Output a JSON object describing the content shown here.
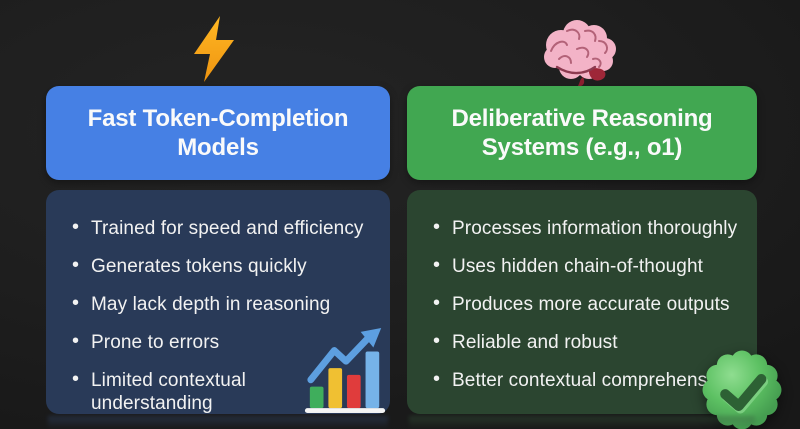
{
  "background": "#1e1e1e",
  "columns": [
    {
      "id": "fast-token-completion",
      "header_icon": "lightning-bolt-icon",
      "title": "Fast Token-Completion Models",
      "title_lines": [
        "Fast Token-Completion",
        "Models"
      ],
      "bullets": [
        "Trained for speed and efficiency",
        "Generates tokens quickly",
        "May lack depth in reasoning",
        "Prone to errors",
        "Limited contextual understanding"
      ],
      "corner_icon": "bar-chart-icon",
      "colors": {
        "header": "#4680e4",
        "body": "#293a58"
      }
    },
    {
      "id": "deliberative-reasoning",
      "header_icon": "brain-icon",
      "title": "Deliberative Reasoning Systems (e.g., o1)",
      "title_lines": [
        "Deliberative Reasoning",
        "Systems (e.g., o1)"
      ],
      "bullets": [
        "Processes information thoroughly",
        "Uses hidden chain-of-thought",
        "Produces more accurate outputs",
        "Reliable and robust",
        "Better contextual comprehension"
      ],
      "corner_icon": "check-badge-icon",
      "colors": {
        "header": "#41a751",
        "body": "#2b4530"
      }
    }
  ],
  "icon_colors": {
    "lightning": "#f6a51e",
    "brain_fill": "#f3b3c7",
    "brain_stem": "#9e2738",
    "chart_bars": [
      "#3fae5c",
      "#f0c032",
      "#e03c3c",
      "#76b3e8"
    ],
    "chart_arrow": "#5d9fe0",
    "badge_green": "#5dc163",
    "check_mark": "#2d6134"
  }
}
